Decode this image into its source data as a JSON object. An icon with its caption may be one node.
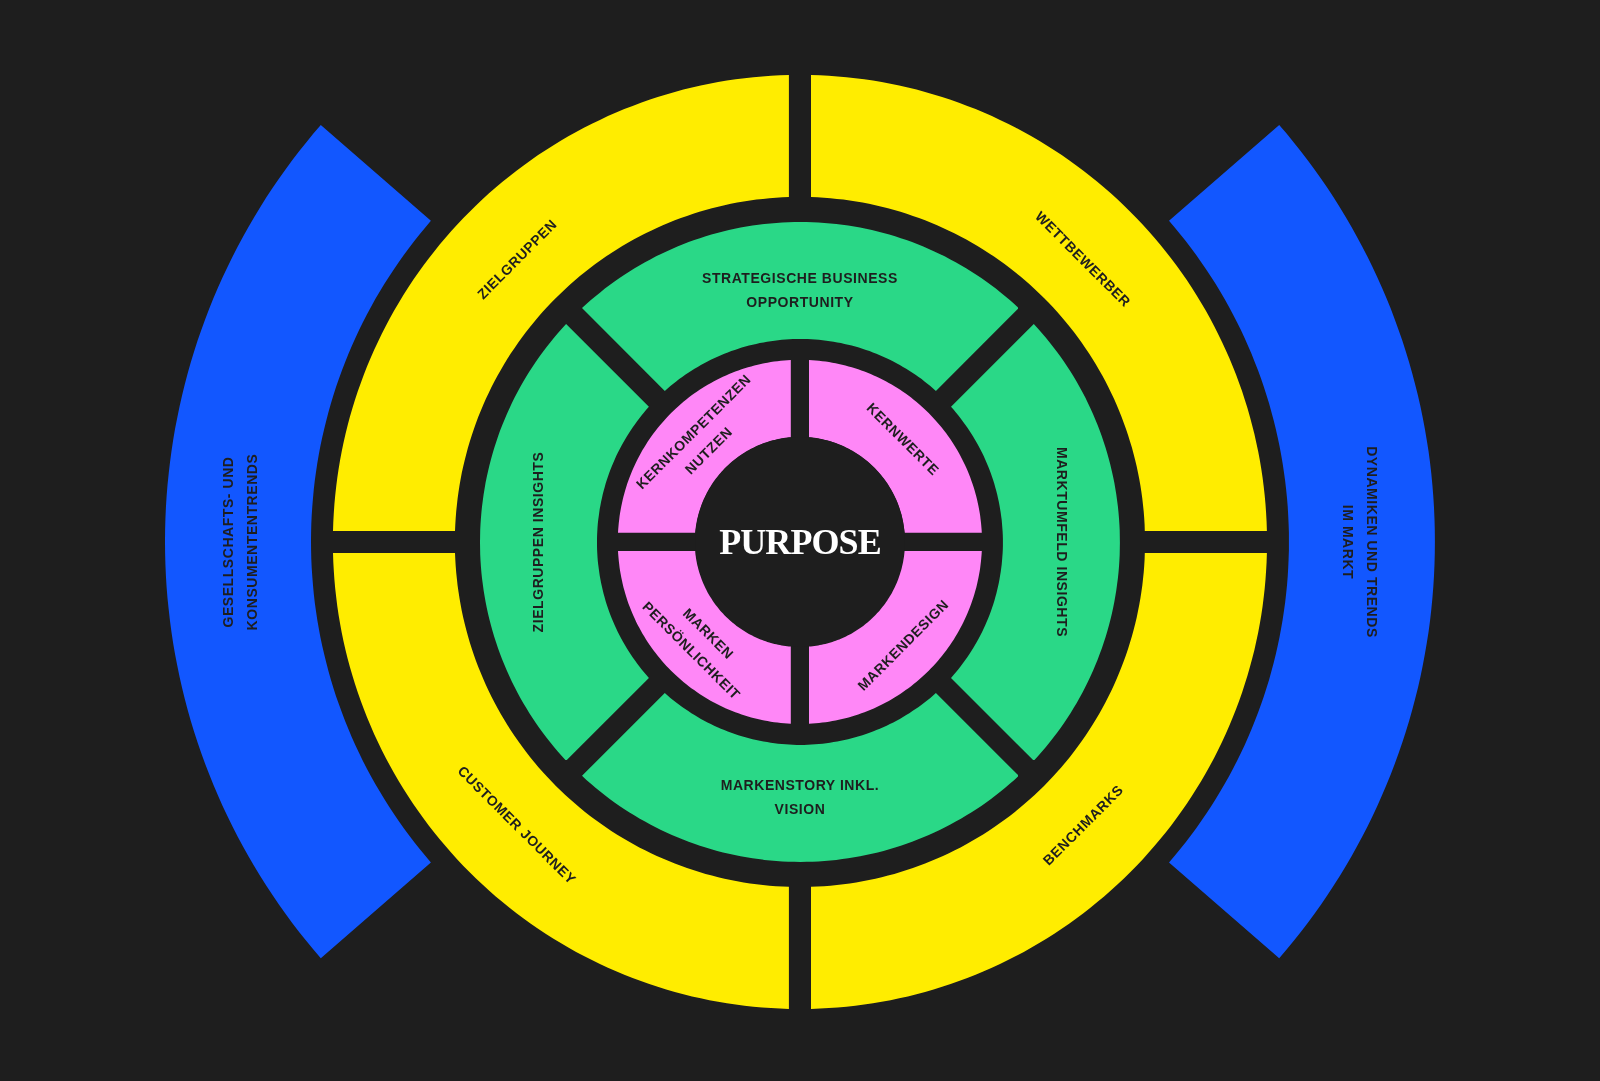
{
  "diagram": {
    "nodes": [
      {
        "text": [
          "GESELLSCHAFTS- UND KONSUMENTENTRENDS"
        ]
      },
      {
        "text": [
          "ZIELGRUPPEN"
        ]
      },
      {
        "text": [
          "WETTBEWERBER"
        ]
      },
      {
        "text": [
          "STRATEGISCHE BUSINESS OPPORTUNITY"
        ]
      },
      {
        "text": [
          "ZIELGRUPPEN INSIGHTS"
        ]
      },
      {
        "text": [
          "KERNKOMPETENZEN NUTZEN"
        ]
      },
      {
        "text": [
          "KERNWERTE"
        ]
      },
      {
        "text": [
          "PURPOSE"
        ]
      },
      {
        "text": [
          "MARKEN PERSÖNLICHKEIT"
        ]
      },
      {
        "text": [
          "MARKENDESIGN"
        ]
      },
      {
        "text": [
          "MARKTUMFELD INSIGHTS"
        ]
      },
      {
        "text": [
          "MARKENSTORY INKL. VISION"
        ]
      },
      {
        "text": [
          "CUSTOMER JOURNEY"
        ]
      },
      {
        "text": [
          "BENCHMARKS"
        ]
      },
      {
        "text": [
          "DYNAMIKEN UND TRENDS IM MARKT"
        ]
      }
    ]
  }
}
